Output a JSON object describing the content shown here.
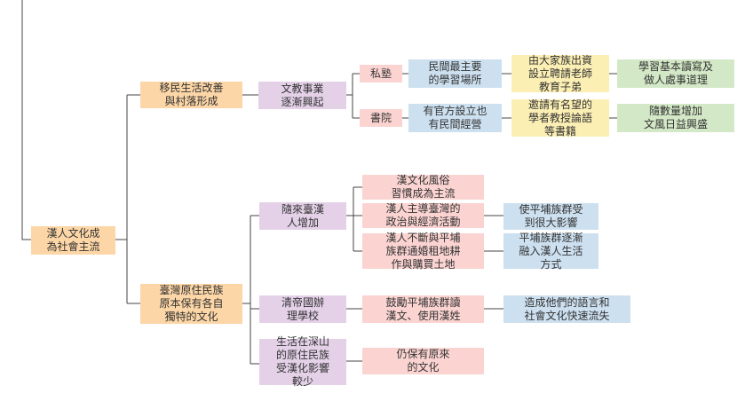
{
  "nodes": {
    "root": "漢人文化成\n為社會主流",
    "b1": "移民生活改善\n與村落形成",
    "b1_1": "文教事業\n逐漸興起",
    "sishu": "私塾",
    "sishu_desc": "民間最主要\n的學習場所",
    "sishu_detail": "由大家族出資\n設立聘請老師\n教育子弟",
    "sishu_result": "學習基本讀寫及\n做人處事道理",
    "shuyuan": "書院",
    "shuyuan_desc": "有官方設立也\n有民間經營",
    "shuyuan_detail": "邀請有名望的\n學者教授論語\n等書籍",
    "shuyuan_result": "隨數量增加\n文風日益興盛",
    "b2": "臺灣原住民族\n原本保有各自\n獨特的文化",
    "b2_1": "隨來臺漢\n人增加",
    "c1": "漢文化風俗\n習慣成為主流",
    "c2": "漢人主導臺灣的\n政治與經濟活動",
    "c2_r": "使平埔族群受\n到很大影響",
    "c3": "漢人不斷與平埔\n族群通婚租地耕\n作與購買土地",
    "c3_r": "平埔族群逐漸\n融入漢人生活\n方式",
    "b2_2": "清帝國辦\n理學校",
    "d1": "鼓勵平埔族群讀\n漢文、使用漢姓",
    "d1_r": "造成他們的語言和\n社會文化快速流失",
    "b2_3": "生活在深山\n的原住民族\n受漢化影響\n較少",
    "e1": "仍保有原來\n的文化"
  }
}
